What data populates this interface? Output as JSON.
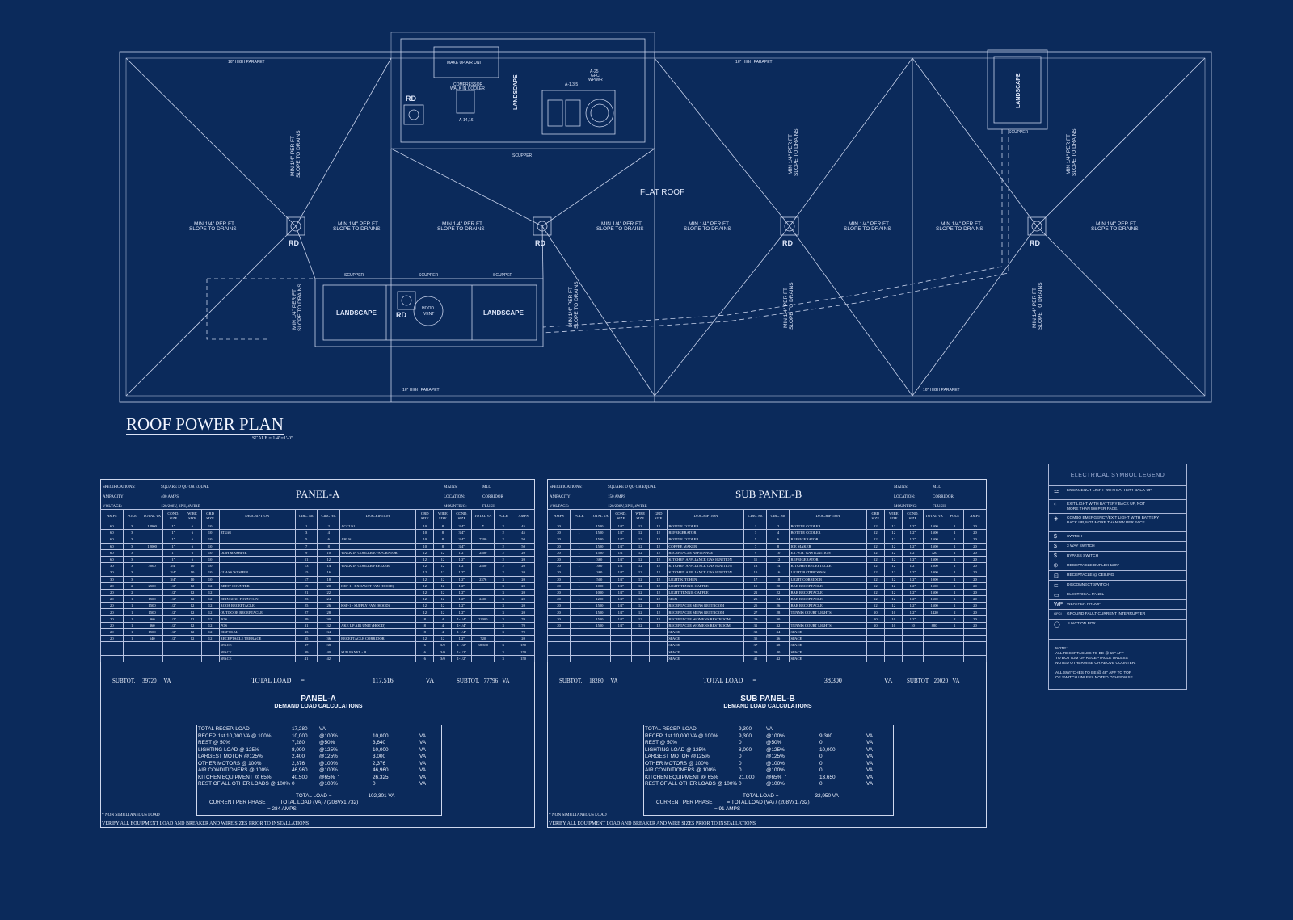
{
  "plan": {
    "title": "ROOF POWER PLAN",
    "scale": "SCALE = 1/4\"=1'-0\"",
    "flat_roof": "FLAT ROOF",
    "parapet": "16\" HIGH PARAPET",
    "scupper": "SCUPPER",
    "rd": "RD",
    "landscape": "LANDSCAPE",
    "slope_line1": "MIN 1/4\" PER FT",
    "slope_line2": "SLOPE TO DRAINS",
    "makeup_air": "MAKE UP AIR UNIT",
    "compressor_line1": "COMPRESSOR",
    "compressor_line2": "WALK IN COOLER",
    "compressor_circ": "A-14,16",
    "unit_circ": "A-1,3,5",
    "gfci_label_1": "A-25",
    "gfci_label_2": "GFCI",
    "gfci_label_3": "WP/WR",
    "hood_vent_1": "HOOD",
    "hood_vent_2": "VENT"
  },
  "panel_a": {
    "title": "PANEL-A",
    "spec_left": [
      {
        "label": "SPECIFICATIONS:",
        "value": "SQUARE D QO OR EQUAL"
      },
      {
        "label": "AMPACITY",
        "value": "400 AMPS"
      },
      {
        "label": "VOLTAGE:",
        "value": "120/208V, 3PH, 4WIRE"
      }
    ],
    "spec_right": [
      {
        "label": "MAINS:",
        "value": "MLO"
      },
      {
        "label": "LOCATION:",
        "value": "CORRIDOR"
      },
      {
        "label": "MOUNTING:",
        "value": "FLUSH"
      }
    ],
    "headers": [
      "AMPS",
      "POLE",
      "TOTAL VA",
      "COND. SIZE",
      "WIRE SIZE",
      "GRD SIZE",
      "DESCRIPTION",
      "CIRC No.",
      "CIRC No.",
      "DESCRIPTION",
      "GRD SIZE",
      "WIRE SIZE",
      "COND. SIZE",
      "TOTAL VA",
      "POLE",
      "AMPS"
    ],
    "rows": [
      [
        "60",
        "3",
        "12900",
        "1\"",
        "6",
        "10",
        "",
        "1",
        "2",
        "ACCU#1",
        "10",
        "8",
        "3/4\"",
        "*",
        "2",
        "45"
      ],
      [
        "60",
        "3",
        "",
        "1\"",
        "6",
        "10",
        "RTU#1",
        "3",
        "4",
        "",
        "10",
        "8",
        "3/4\"",
        "",
        "2",
        "45"
      ],
      [
        "60",
        "3",
        "",
        "1\"",
        "6",
        "10",
        "",
        "5",
        "6",
        "AHU#1",
        "10",
        "8",
        "3/4\"",
        "7200",
        "2",
        "50"
      ],
      [
        "60",
        "3",
        "12000",
        "1\"",
        "6",
        "10",
        "",
        "7",
        "8",
        "",
        "10",
        "8",
        "3/4\"",
        "",
        "2",
        "50"
      ],
      [
        "60",
        "3",
        "",
        "1\"",
        "6",
        "10",
        "DISH MASHINE",
        "9",
        "10",
        "WALK IN COOLER EVAPORATOR",
        "12",
        "12",
        "1/2\"",
        "2400",
        "2",
        "20"
      ],
      [
        "60",
        "3",
        "",
        "1\"",
        "6",
        "10",
        "",
        "11",
        "12",
        "",
        "12",
        "12",
        "1/2\"",
        "",
        "2",
        "20"
      ],
      [
        "30",
        "3",
        "3000",
        "3/4\"",
        "10",
        "10",
        "",
        "13",
        "14",
        "WALK IN COOLER FREEZER",
        "12",
        "12",
        "1/2\"",
        "2400",
        "2",
        "20"
      ],
      [
        "30",
        "3",
        "",
        "3/4\"",
        "10",
        "10",
        "GLASS WASHER",
        "15",
        "16",
        "",
        "12",
        "12",
        "1/2\"",
        "",
        "2",
        "20"
      ],
      [
        "30",
        "3",
        "",
        "3/4\"",
        "10",
        "10",
        "",
        "17",
        "18",
        "",
        "12",
        "12",
        "1/2\"",
        "2376",
        "3",
        "20"
      ],
      [
        "20",
        "2",
        "2500",
        "1/2\"",
        "12",
        "12",
        "BREW COUNTER",
        "19",
        "20",
        "KEF-1 - EXHAUST FAN (HOOD)",
        "12",
        "12",
        "1/2\"",
        "",
        "3",
        "20"
      ],
      [
        "20",
        "2",
        "",
        "1/2\"",
        "12",
        "12",
        "",
        "21",
        "22",
        "",
        "12",
        "12",
        "1/2\"",
        "",
        "3",
        "20"
      ],
      [
        "20",
        "1",
        "1500",
        "1/2\"",
        "12",
        "12",
        "DRINKING FOUNTAIN",
        "23",
        "24",
        "",
        "12",
        "12",
        "1/2\"",
        "2400",
        "3",
        "20"
      ],
      [
        "20",
        "1",
        "1500",
        "1/2\"",
        "12",
        "12",
        "ROOF RECEPTACLE",
        "25",
        "26",
        "KSF-1 - SUPPLY FAN (HOOD)",
        "12",
        "12",
        "1/2\"",
        "",
        "3",
        "20"
      ],
      [
        "20",
        "1",
        "1500",
        "1/2\"",
        "12",
        "12",
        "OUTDOOR RECEPTACLE",
        "27",
        "28",
        "",
        "12",
        "12",
        "1/2\"",
        "",
        "3",
        "20"
      ],
      [
        "20",
        "1",
        "360",
        "1/2\"",
        "12",
        "12",
        "POS",
        "29",
        "30",
        "",
        "8",
        "4",
        "1-1/4\"",
        "22000",
        "3",
        "70"
      ],
      [
        "20",
        "1",
        "360",
        "1/2\"",
        "12",
        "12",
        "POS",
        "31",
        "32",
        "AKE UP AIR UNIT (HOOD)",
        "8",
        "4",
        "1-1/4\"",
        "",
        "3",
        "70"
      ],
      [
        "20",
        "1",
        "1500",
        "1/2\"",
        "12",
        "12",
        "DISPOSAL",
        "33",
        "34",
        "",
        "8",
        "4",
        "1-1/4\"",
        "",
        "3",
        "70"
      ],
      [
        "20",
        "1",
        "540",
        "1/2\"",
        "12",
        "12",
        "RECEPTACLE TERRACE",
        "35",
        "36",
        "RECEPTACLE CORRIDOR",
        "12",
        "12",
        "1/2\"",
        "720",
        "1",
        "20"
      ],
      [
        "",
        "",
        "",
        "",
        "",
        "",
        "SPACE",
        "37",
        "38",
        "",
        "6",
        "3/0",
        "1-1/2\"",
        "38,300",
        "3",
        "150"
      ],
      [
        "",
        "",
        "",
        "",
        "",
        "",
        "SPACE",
        "39",
        "40",
        "SUB PANEL - B",
        "6",
        "3/0",
        "1-1/2\"",
        "",
        "3",
        "150"
      ],
      [
        "",
        "",
        "",
        "",
        "",
        "",
        "SPACE",
        "41",
        "42",
        "",
        "6",
        "3/0",
        "1-1/2\"",
        "",
        "3",
        "150"
      ]
    ],
    "subtot_left_label": "SUBTOT.",
    "subtot_left": "39720",
    "va": "VA",
    "total_load_label": "TOTAL LOAD",
    "eq": "=",
    "total_load": "117,516",
    "subtot_right_label": "SUBTOT.",
    "subtot_right": "77796",
    "demand_title": "PANEL-A",
    "demand_subtitle": "DEMAND LOAD CALCULATIONS",
    "demand": [
      [
        "TOTAL RECEP. LOAD",
        "17,280",
        "VA",
        "",
        "",
        ""
      ],
      [
        "RECEP. 1st 10,000 VA @ 100%",
        "10,000",
        "@100%",
        "",
        "10,000",
        "VA"
      ],
      [
        "REST @ 50%",
        "7,280",
        "@50%",
        "",
        "3,640",
        "VA"
      ],
      [
        "LIGHTING LOAD @ 125%",
        "8,000",
        "@125%",
        "",
        "10,000",
        "VA"
      ],
      [
        "LARGEST MOTOR @125%",
        "2,400",
        "@125%",
        "",
        "3,000",
        "VA"
      ],
      [
        "OTHER MOTORS @ 100%",
        "2,376",
        "@100%",
        "",
        "2,376",
        "VA"
      ],
      [
        "AIR CONDITIONERS  @ 100%",
        "46,960",
        "@100%",
        "",
        "46,960",
        "VA"
      ],
      [
        "KITCHEN EQUIPMENT  @ 65%",
        "40,500",
        "@65%",
        "\"",
        "26,325",
        "VA"
      ],
      [
        "REST OF ALL OTHER LOADS @ 100%",
        "0",
        "@100%",
        "",
        "0",
        "VA"
      ]
    ],
    "demand_total_label": "TOTAL LOAD =",
    "demand_total": "102,301 VA",
    "current_label": "CURRENT PER PHASE",
    "current_formula": "TOTAL LOAD (VA) / (208Vx1.732)",
    "current_value": "=      284      AMPS",
    "note1": "* NON SIMULTANEOUS LOAD",
    "note2": "VERIFY ALL EQUIPMENT LOAD AND BREAKER AND WIRE SIZES PRIOR TO INSTALLATIONS"
  },
  "panel_b": {
    "title": "SUB PANEL-B",
    "spec_left": [
      {
        "label": "SPECIFICATIONS:",
        "value": "SQUARE D QO OR EQUAL"
      },
      {
        "label": "AMPACITY",
        "value": "150 AMPS"
      },
      {
        "label": "VOLTAGE:",
        "value": "120/208V, 3PH, 4WIRE"
      }
    ],
    "spec_right": [
      {
        "label": "MAINS:",
        "value": "MLO"
      },
      {
        "label": "LOCATION:",
        "value": "CORRIDOR"
      },
      {
        "label": "MOUNTING:",
        "value": "FLUSH"
      }
    ],
    "headers": [
      "AMPS",
      "POLE",
      "TOTAL VA",
      "COND. SIZE",
      "WIRE SIZE",
      "GRD SIZE",
      "DESCRIPTION",
      "CIRC No.",
      "CIRC No.",
      "DESCRIPTION",
      "GRD SIZE",
      "WIRE SIZE",
      "COND. SIZE",
      "TOTAL VA",
      "POLE",
      "AMPS"
    ],
    "rows": [
      [
        "20",
        "1",
        "1500",
        "1/2\"",
        "12",
        "12",
        "BOTTLE COOLER",
        "1",
        "2",
        "BOTTLE COOLER",
        "12",
        "12",
        "1/2\"",
        "1500",
        "1",
        "20"
      ],
      [
        "20",
        "1",
        "1500",
        "1/2\"",
        "12",
        "12",
        "REFRIGERATOR",
        "3",
        "4",
        "BOTTLE COOLER",
        "12",
        "12",
        "1/2\"",
        "1500",
        "1",
        "20"
      ],
      [
        "20",
        "1",
        "1500",
        "1/2\"",
        "12",
        "12",
        "BOTTLE COOLER",
        "5",
        "6",
        "REFRIGERATOR",
        "12",
        "12",
        "1/2\"",
        "1500",
        "1",
        "20"
      ],
      [
        "20",
        "1",
        "1500",
        "1/2\"",
        "12",
        "12",
        "COFFEE MAKER",
        "7",
        "8",
        "ICE MAKER",
        "12",
        "12",
        "1/2\"",
        "1500",
        "1",
        "20"
      ],
      [
        "20",
        "1",
        "1500",
        "1/2\"",
        "12",
        "12",
        "RECEPTACLE APPLIANCE",
        "9",
        "10",
        "E.T.W.H. GAS IGNITION",
        "12",
        "12",
        "1/2\"",
        "720",
        "1",
        "20"
      ],
      [
        "20",
        "1",
        "360",
        "1/2\"",
        "12",
        "12",
        "KITCHEN APPLIANCE GAS IGNITION",
        "11",
        "12",
        "REFRIGERATOR",
        "12",
        "12",
        "1/2\"",
        "1500",
        "1",
        "20"
      ],
      [
        "20",
        "1",
        "360",
        "1/2\"",
        "12",
        "12",
        "KITCHEN APPLIANCE GAS IGNITION",
        "13",
        "14",
        "KITCHEN RECEPTACLE",
        "12",
        "12",
        "1/2\"",
        "1500",
        "1",
        "20"
      ],
      [
        "20",
        "1",
        "360",
        "1/2\"",
        "12",
        "12",
        "KITCHEN APPLIANCE GAS IGNITION",
        "15",
        "16",
        "LIGHT BATHROOMS",
        "12",
        "12",
        "1/2\"",
        "1000",
        "1",
        "20"
      ],
      [
        "20",
        "1",
        "500",
        "1/2\"",
        "12",
        "12",
        "LIGHT KITCHEN",
        "17",
        "18",
        "LIGHT CORRIDOR",
        "12",
        "12",
        "1/2\"",
        "1000",
        "1",
        "20"
      ],
      [
        "20",
        "1",
        "1000",
        "1/2\"",
        "12",
        "12",
        "LIGHT TENNIS CAFFEE",
        "19",
        "20",
        "BAR RECEPTACLE",
        "12",
        "12",
        "1/2\"",
        "1500",
        "1",
        "20"
      ],
      [
        "20",
        "1",
        "1000",
        "1/2\"",
        "12",
        "12",
        "LIGHT TENNIS CAFFEE",
        "21",
        "22",
        "BAR RECEPTACLE",
        "12",
        "12",
        "1/2\"",
        "1500",
        "1",
        "20"
      ],
      [
        "20",
        "1",
        "1200",
        "1/2\"",
        "12",
        "12",
        "SIGN",
        "23",
        "24",
        "BAR RECEPTACLE",
        "12",
        "12",
        "1/2\"",
        "1500",
        "1",
        "20"
      ],
      [
        "20",
        "1",
        "1500",
        "1/2\"",
        "12",
        "12",
        "RECEPTACLE MENS RESTROOM",
        "25",
        "26",
        "BAR RECEPTACLE",
        "12",
        "12",
        "1/2\"",
        "1500",
        "1",
        "20"
      ],
      [
        "20",
        "1",
        "1500",
        "1/2\"",
        "12",
        "12",
        "RECEPTACLE MENS RESTROOM",
        "27",
        "28",
        "TENNIS COURT LIGHTS",
        "10",
        "10",
        "1/2\"",
        "1420",
        "2",
        "20"
      ],
      [
        "20",
        "1",
        "1500",
        "1/2\"",
        "12",
        "12",
        "RECEPTACLE WOMENS RESTROOM",
        "29",
        "30",
        "",
        "10",
        "10",
        "1/2\"",
        "",
        "2",
        "20"
      ],
      [
        "20",
        "1",
        "1500",
        "1/2\"",
        "12",
        "12",
        "RECEPTACLE WOMENS RESTROOM",
        "31",
        "32",
        "TENNIS COURT LIGHTS",
        "10",
        "10",
        "10",
        "880",
        "1",
        "20"
      ],
      [
        "",
        "",
        "",
        "",
        "",
        "",
        "SPACE",
        "33",
        "34",
        "SPACE",
        "",
        "",
        "",
        "",
        "",
        ""
      ],
      [
        "",
        "",
        "",
        "",
        "",
        "",
        "SPACE",
        "35",
        "36",
        "SPACE",
        "",
        "",
        "",
        "",
        "",
        ""
      ],
      [
        "",
        "",
        "",
        "",
        "",
        "",
        "SPACE",
        "37",
        "38",
        "SPACE",
        "",
        "",
        "",
        "",
        "",
        ""
      ],
      [
        "",
        "",
        "",
        "",
        "",
        "",
        "SPACE",
        "39",
        "40",
        "SPACE",
        "",
        "",
        "",
        "",
        "",
        ""
      ],
      [
        "",
        "",
        "",
        "",
        "",
        "",
        "SPACE",
        "41",
        "42",
        "SPACE",
        "",
        "",
        "",
        "",
        "",
        ""
      ]
    ],
    "subtot_left_label": "SUBTOT.",
    "subtot_left": "18280",
    "va": "VA",
    "total_load_label": "TOTAL LOAD",
    "eq": "=",
    "total_load": "38,300",
    "subtot_right_label": "SUBTOT.",
    "subtot_right": "20020",
    "demand_title": "SUB PANEL-B",
    "demand_subtitle": "DEMAND LOAD CALCULATIONS",
    "demand": [
      [
        "TOTAL RECEP. LOAD",
        "9,300",
        "VA",
        "",
        "",
        ""
      ],
      [
        "RECEP. 1st 10,000 VA @ 100%",
        "9,300",
        "@100%",
        "",
        "9,300",
        "VA"
      ],
      [
        "REST @ 50%",
        "0",
        "@50%",
        "",
        "0",
        "VA"
      ],
      [
        "LIGHTING LOAD @ 125%",
        "8,000",
        "@125%",
        "",
        "10,000",
        "VA"
      ],
      [
        "LARGEST MOTOR @125%",
        "0",
        "@125%",
        "",
        "0",
        "VA"
      ],
      [
        "OTHER MOTORS @ 100%",
        "0",
        "@100%",
        "",
        "0",
        "VA"
      ],
      [
        "AIR CONDITIONERS  @ 100%",
        "0",
        "@100%",
        "",
        "0",
        "VA"
      ],
      [
        "KITCHEN EQUIPMENT  @ 65%",
        "21,000",
        "@65%",
        "\"",
        "13,650",
        "VA"
      ],
      [
        "REST OF ALL OTHER LOADS @ 100%",
        "0",
        "@100%",
        "",
        "0",
        "VA"
      ]
    ],
    "demand_total_label": "TOTAL LOAD =",
    "demand_total": "32,950 VA",
    "current_label": "CURRENT PER PHASE",
    "current_formula": "= TOTAL LOAD (VA) / (208Vx1.732)",
    "current_value": "=      91      AMPS",
    "note1": "* NON SIMULTANEOUS LOAD",
    "note2": "VERIFY ALL EQUIPMENT LOAD AND BREAKER AND WIRE SIZES PRIOR TO INSTALLATIONS"
  },
  "legend": {
    "title": "ELECTRICAL SYMBOL LEGEND",
    "items": [
      {
        "icon": "emergency-light-icon",
        "glyph": "⚍",
        "text": "EMERGENCY LIGHT WITH BATTERY BACK UP."
      },
      {
        "icon": "exit-light-icon",
        "glyph": "◐",
        "text": "EXIT LIGHT WITH BATTERY BACK UP, NOT\nMORE THAN 5W PER FACE."
      },
      {
        "icon": "combo-exit-light-icon",
        "glyph": "◈",
        "text": "COMBO EMERGENCY/EXIT LIGHT WITH BATTERY\nBACK UP, NOT MORE THAN 5W PER FACE."
      },
      {
        "icon": "switch-icon",
        "glyph": "$",
        "text": "SWITCH"
      },
      {
        "icon": "three-way-switch-icon",
        "glyph": "$",
        "text": "3 WAY SWITCH"
      },
      {
        "icon": "bypass-switch-icon",
        "glyph": "$",
        "text": "BYPASS SWITCH"
      },
      {
        "icon": "receptacle-duplex-icon",
        "glyph": "⦶",
        "text": "RECEPTACLE DUPLEX 120V"
      },
      {
        "icon": "ceiling-receptacle-icon",
        "glyph": "⊡",
        "text": "RECEPTACLE @ CEILING"
      },
      {
        "icon": "disconnect-switch-icon",
        "glyph": "⊏",
        "text": "DISCONNECT SWITCH"
      },
      {
        "icon": "electrical-panel-icon",
        "glyph": "▭",
        "text": "ELECTRICAL PANEL"
      },
      {
        "icon": "weather-proof-icon",
        "glyph": "WP",
        "text": "WEATHER PROOF"
      },
      {
        "icon": "gfci-icon",
        "glyph": "GFCI",
        "text": "GROUND FAULT CURRENT INTERRUPTER"
      },
      {
        "icon": "junction-box-icon",
        "glyph": "◯",
        "text": "JUNCTION BOX"
      }
    ],
    "note": "NOTE:\nALL RECEPTACLES TO BE @ 15\" AFF\nTO BOTTOM OF RECEPTACLE UNLESS\nNOTED OTHERWISE OR ABOVE COUNTER.\n\nALL SWITCHES TO BE @ 48\" AFF TO TOP\nOF SWITCH UNLESS NOTED OTHERWISE."
  }
}
